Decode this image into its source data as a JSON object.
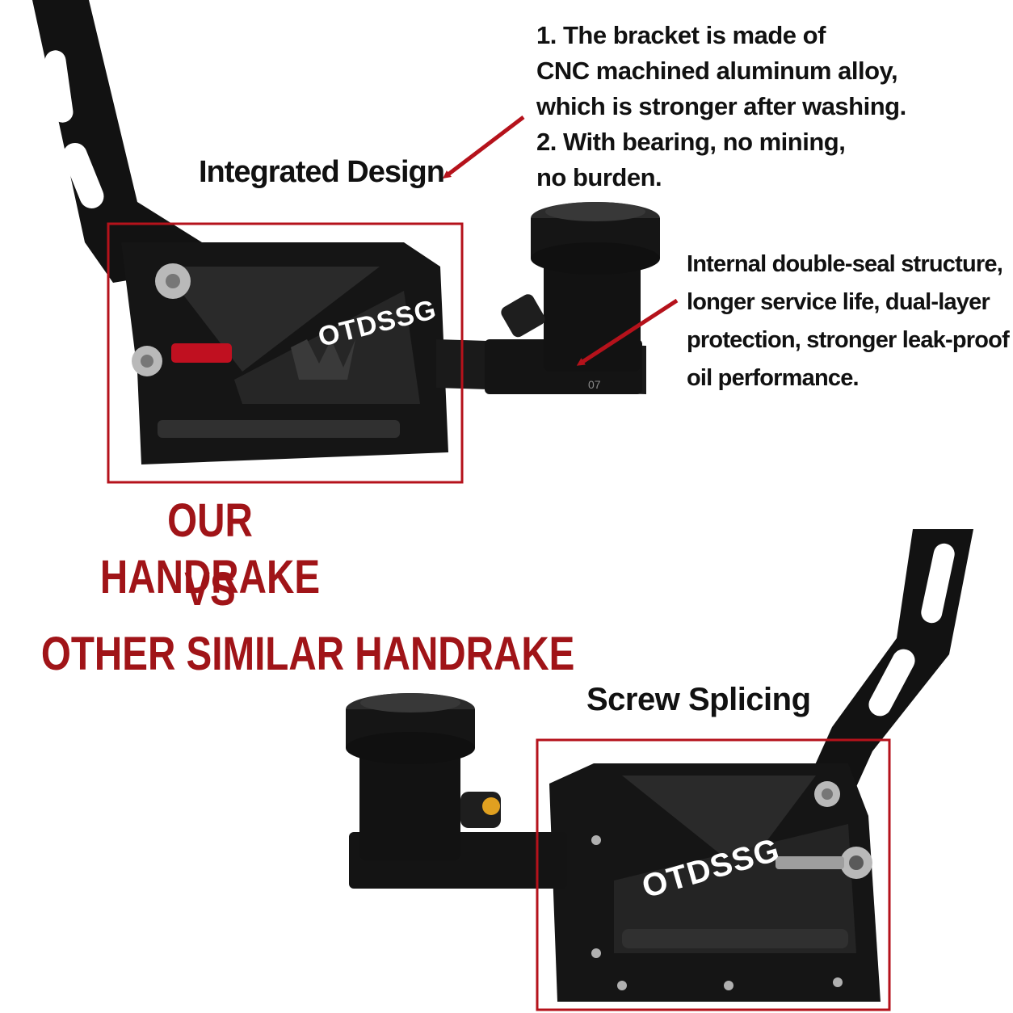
{
  "colors": {
    "accent_red": "#b5121b",
    "title_red": "#a01418",
    "metal_black": "#121212",
    "text_black": "#111111"
  },
  "top_product": {
    "callout_integrated": "Integrated Design",
    "callout_bracket": "1. The bracket is made of\nCNC machined aluminum alloy,\nwhich is stronger after washing.\n2. With bearing, no mining,\nno burden.",
    "callout_seal": "Internal double-seal structure,\nlonger service life, dual-layer\nprotection, stronger leak-proof\noil performance.",
    "brand_mark": "OTDSSG",
    "cylinder_mark": "07"
  },
  "comparison": {
    "line1": "OUR HANDRAKE",
    "line2": "VS",
    "line3": "OTHER SIMILAR HANDRAKE"
  },
  "bottom_product": {
    "callout_screw": "Screw Splicing",
    "brand_mark": "OTDSSG"
  }
}
